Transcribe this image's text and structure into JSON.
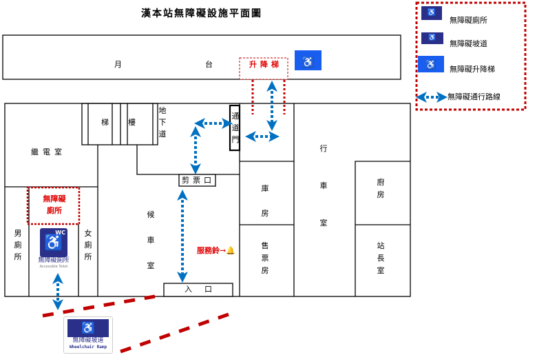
{
  "title": "漢本站無障礙設施平面圖",
  "platform": {
    "left_char": "月",
    "right_char": "台",
    "elevator_label": "升降梯"
  },
  "legend": {
    "items": [
      {
        "icon": "accessible-toilet-icon",
        "label": "無障礙廁所"
      },
      {
        "icon": "wheelchair-ramp-icon",
        "label": "無障礙坡道"
      },
      {
        "icon": "accessible-elevator-icon",
        "label": "無障礙升降梯"
      },
      {
        "icon": "double-arrow-icon",
        "label": "無障礙通行路線"
      }
    ]
  },
  "rooms": {
    "relay_room": "繼電室",
    "stairs_left": "梯",
    "stairs_right": "樓",
    "underpass": "地下道",
    "passage_door": "通道門",
    "ticket_gate": "剪票口",
    "waiting_room": "候車室",
    "entrance": "入口",
    "warehouse": "庫房",
    "ticket_office": "售票房",
    "operations_room": "行車室",
    "kitchen": "廚房",
    "stationmaster_office": "站長室",
    "mens_toilet": "男廁所",
    "womens_toilet": "女廁所",
    "accessible_toilet": "無障礙廁所",
    "service_bell": "服務鈴→🔔"
  },
  "signs": {
    "toilet": {
      "badge": "WC",
      "zh": "無障礙廁所",
      "en": "Accessible Toilet"
    },
    "ramp": {
      "zh": "無障礙坡道",
      "en": "Wheelchair Ramp"
    }
  },
  "colors": {
    "accent_blue": "#0070c0",
    "red": "#c00000",
    "sign_navy": "#2a2f8a",
    "elevator_blue": "#1a5ef0"
  }
}
